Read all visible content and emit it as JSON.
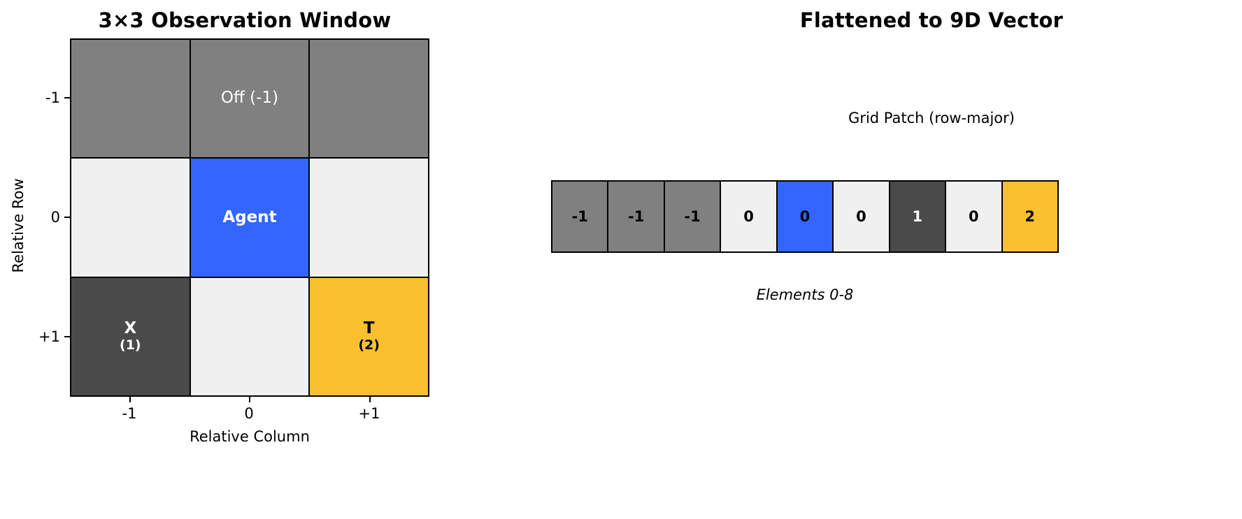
{
  "left": {
    "title": "3×3 Observation Window",
    "ylabel": "Relative Row",
    "xlabel": "Relative Column",
    "yticks": [
      "-1",
      "0",
      "+1"
    ],
    "xticks": [
      "-1",
      "0",
      "+1"
    ],
    "cells": [
      {
        "main": "",
        "sub": "",
        "fill": "#808080",
        "text": "#ffffff",
        "bold": false
      },
      {
        "main": "Off (-1)",
        "sub": "",
        "fill": "#808080",
        "text": "#ffffff",
        "bold": false
      },
      {
        "main": "",
        "sub": "",
        "fill": "#808080",
        "text": "#ffffff",
        "bold": false
      },
      {
        "main": "",
        "sub": "",
        "fill": "#f0f0f0",
        "text": "#000000",
        "bold": false
      },
      {
        "main": "Agent",
        "sub": "",
        "fill": "#3366ff",
        "text": "#ffffff",
        "bold": true
      },
      {
        "main": "",
        "sub": "",
        "fill": "#f0f0f0",
        "text": "#000000",
        "bold": false
      },
      {
        "main": "X",
        "sub": "(1)",
        "fill": "#4a4a4a",
        "text": "#ffffff",
        "bold": true
      },
      {
        "main": "",
        "sub": "",
        "fill": "#f0f0f0",
        "text": "#000000",
        "bold": false
      },
      {
        "main": "T",
        "sub": "(2)",
        "fill": "#fbc02d",
        "text": "#000000",
        "bold": true
      }
    ]
  },
  "right": {
    "title": "Flattened to 9D Vector",
    "caption_top": "Grid Patch (row-major)",
    "caption_bottom": "Elements 0-8",
    "vector": [
      {
        "value": "-1",
        "fill": "#808080",
        "text": "#000000"
      },
      {
        "value": "-1",
        "fill": "#808080",
        "text": "#000000"
      },
      {
        "value": "-1",
        "fill": "#808080",
        "text": "#000000"
      },
      {
        "value": "0",
        "fill": "#f0f0f0",
        "text": "#000000"
      },
      {
        "value": "0",
        "fill": "#3366ff",
        "text": "#000000"
      },
      {
        "value": "0",
        "fill": "#f0f0f0",
        "text": "#000000"
      },
      {
        "value": "1",
        "fill": "#4a4a4a",
        "text": "#ffffff"
      },
      {
        "value": "0",
        "fill": "#f0f0f0",
        "text": "#000000"
      },
      {
        "value": "2",
        "fill": "#fbc02d",
        "text": "#000000"
      }
    ]
  },
  "chart_data": {
    "type": "heatmap",
    "title": "3×3 Observation Window",
    "xlabel": "Relative Column",
    "ylabel": "Relative Row",
    "x": [
      "-1",
      "0",
      "+1"
    ],
    "y": [
      "-1",
      "0",
      "+1"
    ],
    "values": [
      [
        -1,
        -1,
        -1
      ],
      [
        0,
        0,
        0
      ],
      [
        1,
        0,
        2
      ]
    ],
    "annotations": [
      {
        "row": "-1",
        "col": "0",
        "text": "Off (-1)"
      },
      {
        "row": "0",
        "col": "0",
        "text": "Agent"
      },
      {
        "row": "+1",
        "col": "-1",
        "text": "X (1)"
      },
      {
        "row": "+1",
        "col": "+1",
        "text": "T (2)"
      }
    ],
    "colormap": {
      "-1": "#808080",
      "0": "#f0f0f0",
      "1": "#4a4a4a",
      "2": "#fbc02d",
      "agent": "#3366ff"
    },
    "flattened": {
      "title": "Flattened to 9D Vector",
      "label": "Grid Patch (row-major)",
      "caption": "Elements 0-8",
      "values": [
        -1,
        -1,
        -1,
        0,
        0,
        0,
        1,
        0,
        2
      ]
    },
    "grid": false,
    "legend": "none"
  }
}
